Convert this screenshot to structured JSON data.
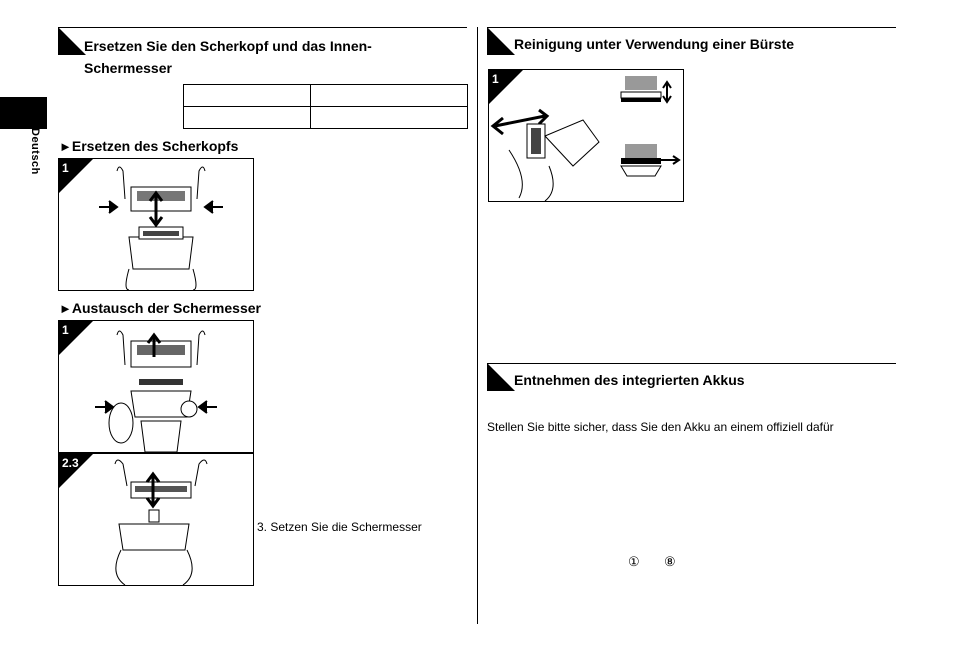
{
  "side_label": "Deutsch",
  "left": {
    "section1": {
      "title_line1": "Ersetzen Sie den Scherkopf und das Innen-",
      "title_line2": "Schermesser"
    },
    "table": {
      "rows": [
        [
          "",
          ""
        ],
        [
          "",
          ""
        ]
      ]
    },
    "sub1": {
      "arrow": "►",
      "title": "Ersetzen des Scherkopfs",
      "fig_badge": "1"
    },
    "sub2": {
      "arrow": "►",
      "title": "Austausch der Schermesser",
      "fig1_badge": "1",
      "fig2_badge": "2.3"
    },
    "step3_text": "3.  Setzen Sie die Schermesser"
  },
  "right": {
    "section1": {
      "title": "Reinigung unter Verwendung einer Bürste",
      "fig_badge": "1"
    },
    "section2": {
      "title": "Entnehmen des integrierten Akkus",
      "body": "Stellen Sie bitte sicher, dass Sie den Akku an einem offiziell dafür",
      "marker_a": "①",
      "marker_b": "⑧"
    }
  }
}
